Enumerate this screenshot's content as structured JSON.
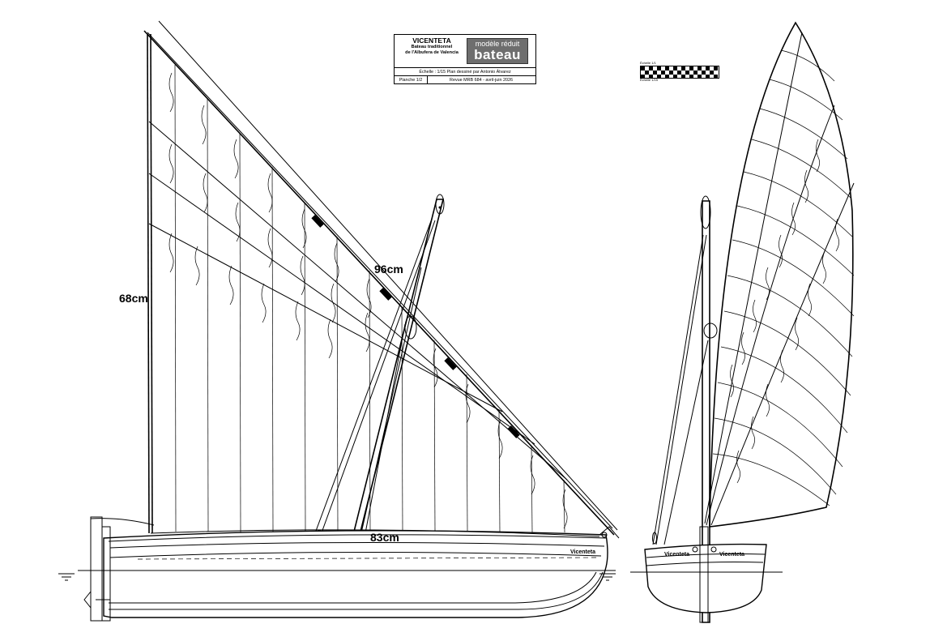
{
  "title_block": {
    "title": "VICENTETA",
    "subtitle_line1": "Bateau traditionnel",
    "subtitle_line2": "de l'Albufera de Valencia",
    "logo_top": "modèle réduit",
    "logo_main": "bateau",
    "scale_text": "Échelle : 1/15   Plan dessiné par Antonio Álvarez",
    "sheet": "Planche 1/2",
    "review": "Revue MRB 684 - avril-juin 2026"
  },
  "dimensions": {
    "mast_height": "68cm",
    "yard_length": "96cm",
    "hull_length": "83cm"
  },
  "boat_name": "Vicenteta",
  "scale_bar": {
    "label_top": "Échelle 1/1",
    "label_bottom": "Échelle 1/15"
  },
  "icons": [
    "side-elevation-drawing",
    "bow-view-drawing",
    "waterline-symbol"
  ]
}
